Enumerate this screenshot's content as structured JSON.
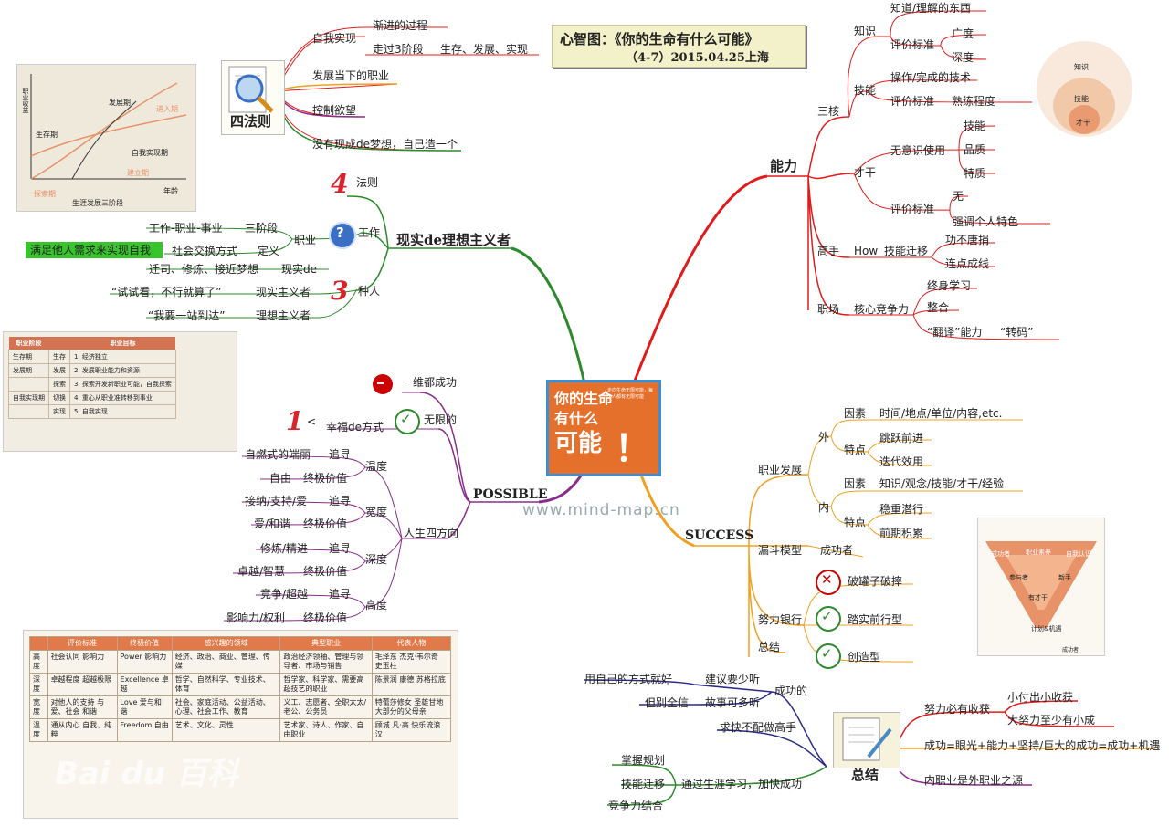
{
  "title": {
    "line1": "心智图：《你的生命有什么可能》",
    "line2": "（4-7）2015.04.25上海"
  },
  "center": {
    "line1": "你的生命",
    "line2": "有什么",
    "line3": "可能",
    "mark": "！",
    "sub": "走向生命无限可能，每个人都有无限可能"
  },
  "watermark": "www.mind-map.cn",
  "baidu": "Bai du 百科",
  "nodes": {
    "nengli": "能力",
    "sanhe": "三核",
    "zhishi": "知识",
    "zhishi_1": "知道/理解的东西",
    "pingjia": "评价标准",
    "guangdu": "广度",
    "shendu": "深度",
    "jineng": "技能",
    "jineng_1": "操作/完成的技术",
    "shulian": "熟练程度",
    "caigan": "才干",
    "wuyishi": "无意识使用",
    "c_jineng": "技能",
    "c_pinzhi": "品质",
    "c_tezhi": "特质",
    "wu": "无",
    "qiangdiao": "强调个人特色",
    "gaoshou": "高手",
    "how": "How",
    "qianyi": "技能迁移",
    "gongbu": "功不唐捐",
    "dian": "连点成线",
    "zhichang": "职场",
    "hexin": "核心竞争力",
    "zhongshen": "终身学习",
    "zhenghe": "整合",
    "fanyi": "“翻译”能力",
    "zhuanma": "“转码”",
    "success": "SUCCESS",
    "zhiye_fz": "职业发展",
    "wai": "外",
    "w_yinsu": "因素",
    "w_yinsu_1": "时间/地点/单位/内容,etc.",
    "w_tedian": "特点",
    "tiaoyue": "跳跃前进",
    "dieda": "迭代效用",
    "nei": "内",
    "n_yinsu": "因素",
    "n_yinsu_1": "知识/观念/技能/才干/经验",
    "n_tedian": "特点",
    "wenzhong": "稳重潜行",
    "qianqi": "前期积累",
    "loudou": "漏斗模型",
    "chenggongzhe": "成功者",
    "nuli": "努力银行",
    "pohuai": "破罐子破摔",
    "tashi": "踏实前行型",
    "chuangzao": "创造型",
    "zongjie_s": "总结",
    "possible": "POSSIBLE",
    "yiwei": "一维都成功",
    "wuxian": "无限的",
    "xingfu": "幸福de方式",
    "one": "1",
    "lt": "<",
    "siwei": "人生四方向",
    "wendu": "温度",
    "zhuiqiu": "追寻",
    "ziran": "自燃式的端丽",
    "ziyou": "自由",
    "zhongji": "终极价值",
    "kuandu": "宽度",
    "jiena": "接纳/支持/爱",
    "aihe": "爱/和谐",
    "shendu2": "深度",
    "xiulian": "修炼/精进",
    "zhuoyue": "卓越/智慧",
    "gaodu": "高度",
    "jingzheng": "竞争/超越",
    "yingxiang": "影响力/权利",
    "xianshi": "现实de理想主义者",
    "num4": "4",
    "fazhe": "法则",
    "q": "?",
    "gongzuo": "工作",
    "zhiye": "职业",
    "gongzuo_1": "工作-职业-事业",
    "sanjie": "三阶段",
    "shehui": "社会交换方式",
    "dingyi": "定义",
    "qianyi2": "迁司、修炼、接近梦想",
    "xianshide": "现实de",
    "num3": "3",
    "zhongren": "种人",
    "shishi": "“试试看，不行就算了”",
    "xianshi_zy": "现实主义者",
    "yibu": "“我要一站到达”",
    "lixiang_zy": "理想主义者",
    "manzu": "满足他人需求来实现自我",
    "sifaze": "四法则",
    "ziwo": "自我实现",
    "jianjin": "渐进的过程",
    "zougo": "走过3阶段",
    "shengcun": "生存、发展、实现",
    "fazhan": "发展当下的职业",
    "kongzhi": "控制欲望",
    "meiyou": "没有现成de梦想，自己造一个",
    "zongjie": "总结",
    "chenggongde": "成功的",
    "jianyi": "建议要少听",
    "yong": "用自己的方式就好",
    "gushi": "故事可多听",
    "dan": "但别全信",
    "qiukuai": "求快不配做高手",
    "zhangwo": "掌握规划",
    "jineng_qy": "技能迁移",
    "jingzheng_zh": "竞争力结合",
    "tongguo": "通过生涯学习，加快成功",
    "nuli_shou": "努力必有收获",
    "xiao": "小付出小收获",
    "da": "大努力至少有小成",
    "chenggong_eq": "成功=眼光+能力+坚持/巨大的成功=成功+机遇",
    "neizhiye": "内职业是外职业之源"
  },
  "circles": {
    "zhishi": "知识",
    "jineng": "技能",
    "caigan": "才干"
  },
  "chart_img": {
    "y": "职业收益",
    "x": "生涯发展三阶段",
    "a": "发展期",
    "b": "生存期",
    "c": "自我实现期",
    "d": "进入期",
    "e": "建立期",
    "f": "探索期",
    "g": "年龄"
  },
  "funnel": {
    "a": "成功者",
    "b": "职业素养",
    "c": "自我认识",
    "d": "参与者",
    "e": "新手",
    "f": "有才干",
    "g": "计划&机遇",
    "h": "成功者"
  },
  "stage_table": {
    "headers": [
      "职业阶段",
      "",
      "职业目标"
    ],
    "rows": [
      [
        "生存期",
        "生存",
        "1. 经济独立"
      ],
      [
        "发展期",
        "发展",
        "2. 发展职业能力和资源"
      ],
      [
        "",
        "探索",
        "3. 探索开发新职业可能，自我探索"
      ],
      [
        "自我实现期",
        "切换",
        "4. 重心从职业准转移到事业"
      ],
      [
        "",
        "实现",
        "5. 自我实现"
      ]
    ]
  },
  "value_table": {
    "headers": [
      "",
      "评价标准",
      "终极价值",
      "感兴趣的领域",
      "典型职业",
      "代表人物"
    ],
    "rows": [
      [
        "高度",
        "社会认同 影响力",
        "Power 影响力",
        "经济、政治、商业、管理、传媒",
        "政治经济领袖、管理与领导者、市场与销售",
        "毛泽东 杰克·韦尔奇 史玉柱"
      ],
      [
        "深度",
        "卓越程度 超越极限",
        "Excellence 卓越",
        "哲学、自然科学、专业技术、体育",
        "哲学家、科学家、需要高超技艺的职业",
        "陈景润 康德 苏格拉底"
      ],
      [
        "宽度",
        "对他人的支持 与爱、社会 和谐",
        "Love 爱与和谐",
        "社会、家庭活动、公益活动、心理、社会工作、教育",
        "义工、志愿者、全职太太/老公、公务员",
        "特蕾莎修女 圣雄甘地 大部分的父母亲"
      ],
      [
        "温度",
        "通从内心 自我、纯粹",
        "Freedom 自由",
        "艺术、文化、灵性",
        "艺术家、诗人、作家、自由职业",
        "顾城 凡·高 快乐流浪汉"
      ]
    ]
  }
}
